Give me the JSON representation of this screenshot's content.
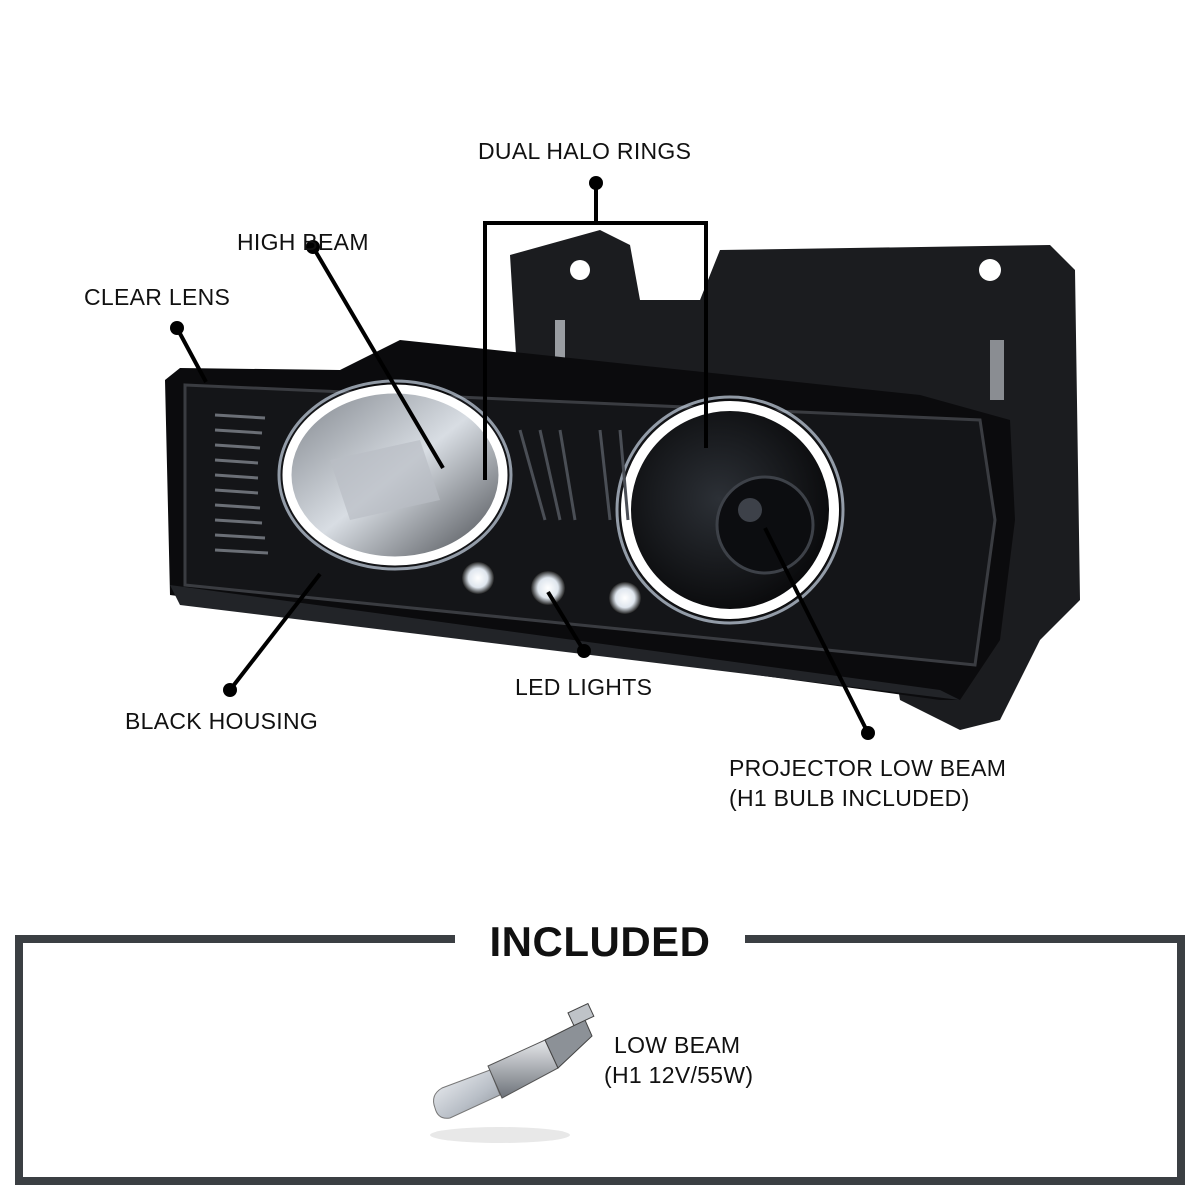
{
  "callouts": {
    "dual_halo_rings": "DUAL HALO RINGS",
    "high_beam": "HIGH BEAM",
    "clear_lens": "CLEAR LENS",
    "black_housing": "BLACK HOUSING",
    "led_lights": "LED LIGHTS",
    "projector_low_beam_line1": "PROJECTOR LOW BEAM",
    "projector_low_beam_line2": "(H1 BULB INCLUDED)"
  },
  "included": {
    "title": "INCLUDED",
    "item_line1": "LOW BEAM",
    "item_line2": "(H1 12V/55W)"
  },
  "colors": {
    "housing": "#0b0b0d",
    "halo_glow": "#f4f8ff",
    "frame": "#3b3f43",
    "callout_line": "#000000"
  },
  "icons": {
    "product": "halo-projector-headlight-image",
    "bulb": "h1-halogen-bulb-image"
  }
}
